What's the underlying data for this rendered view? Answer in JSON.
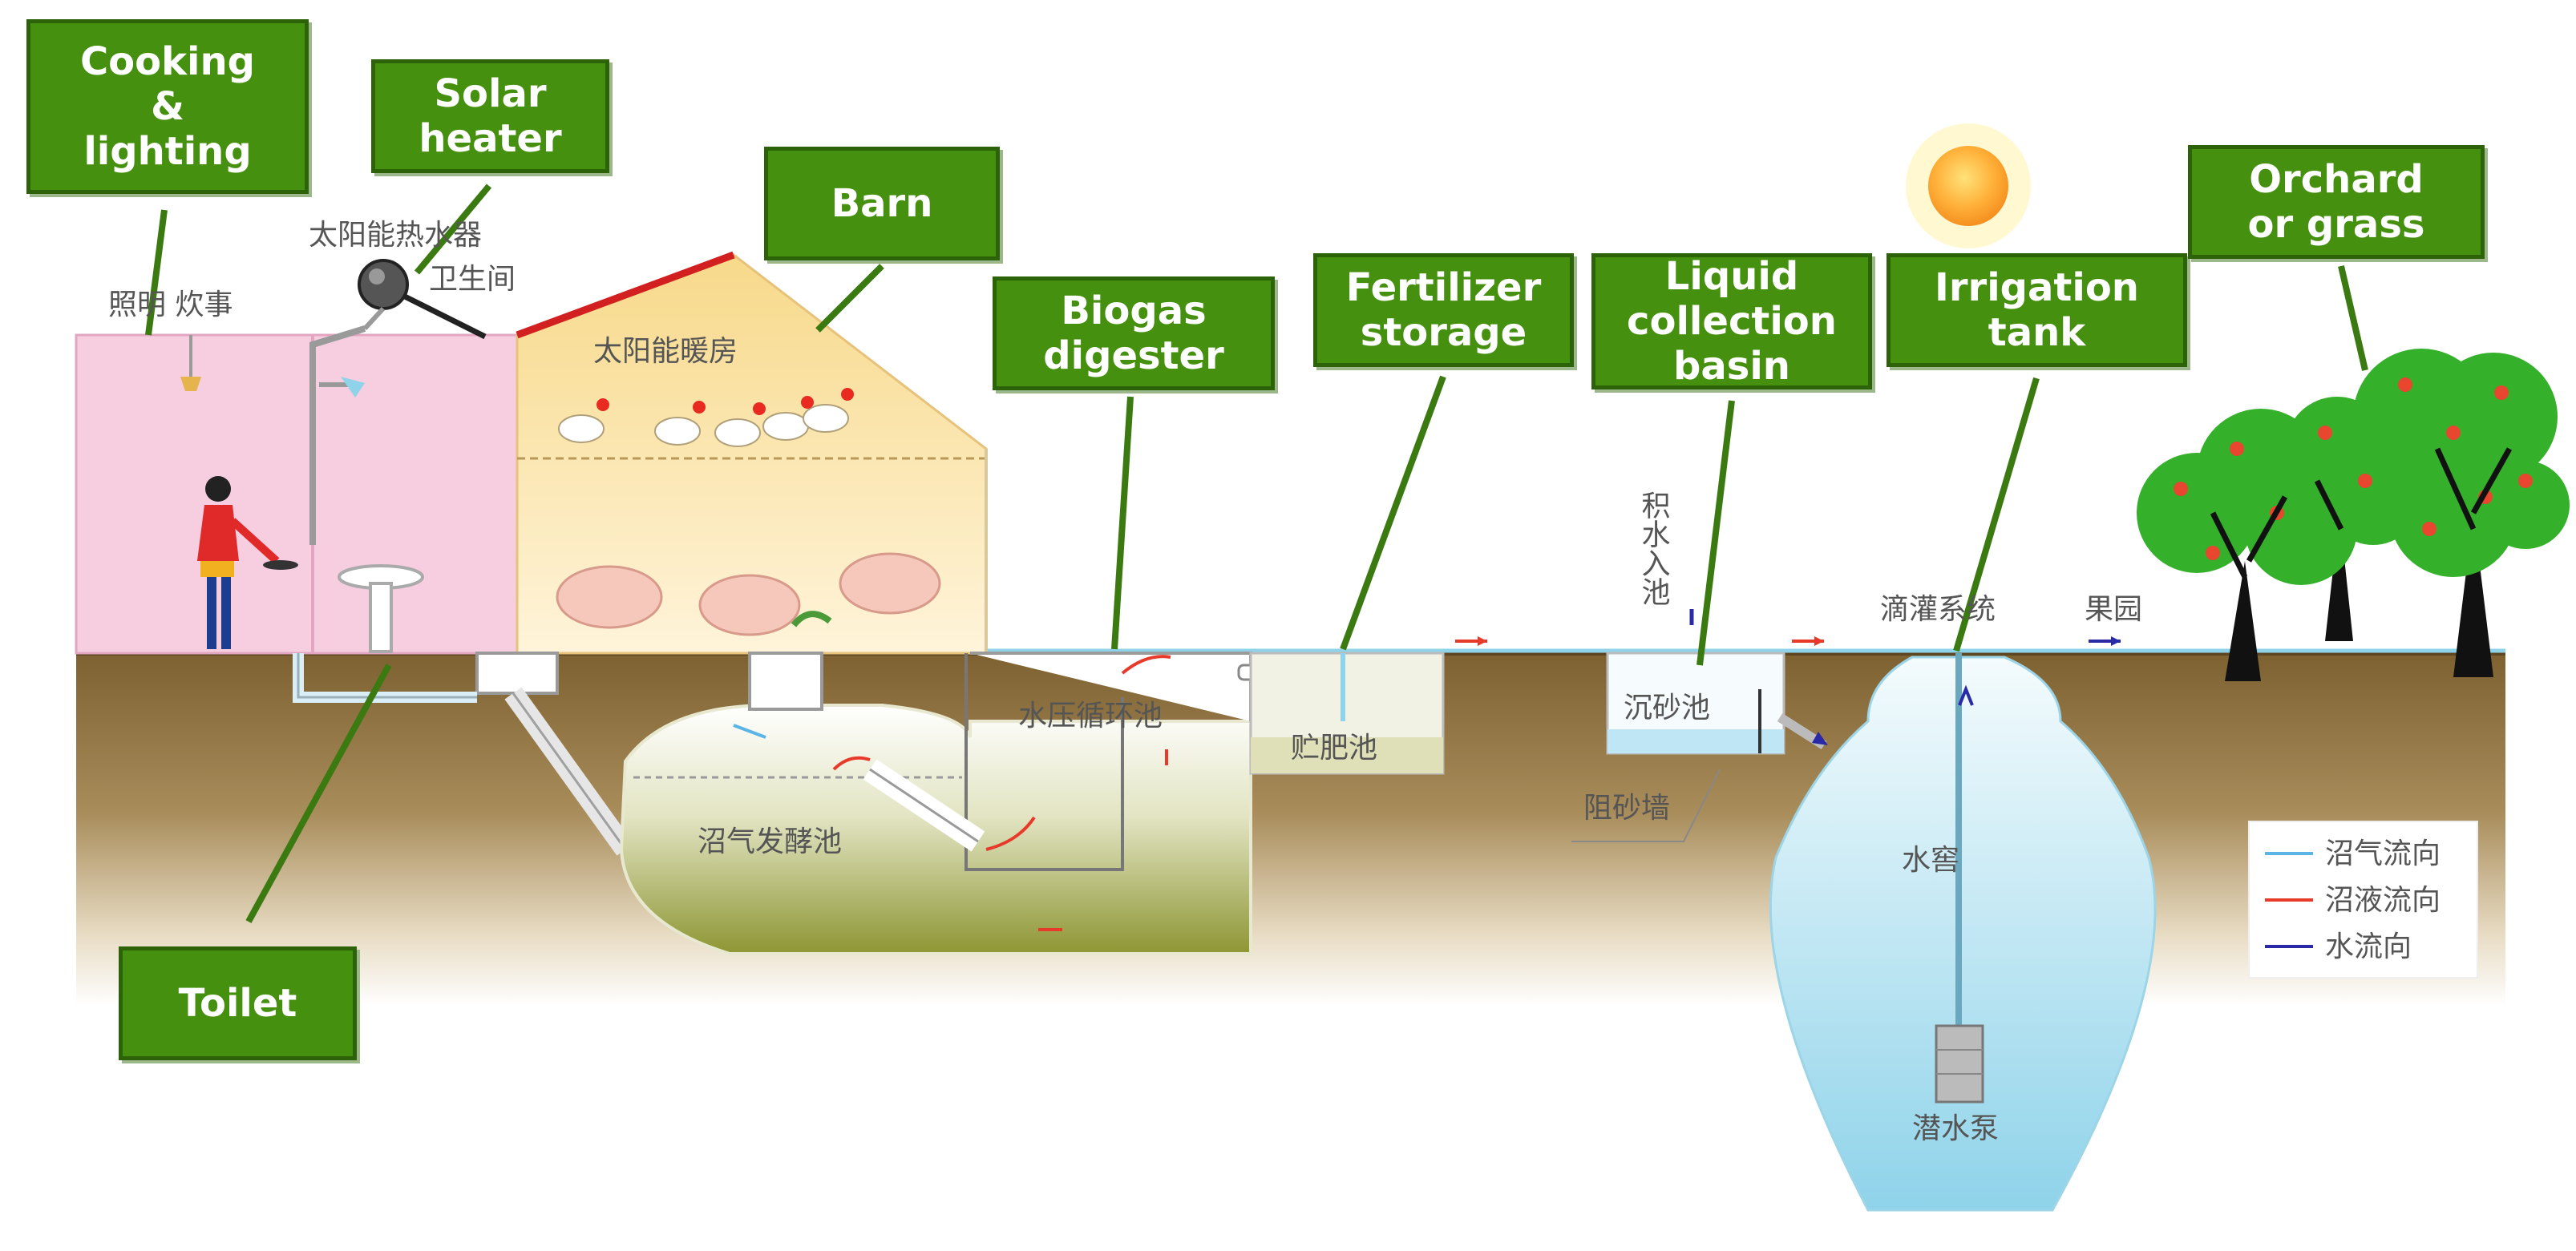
{
  "labels": {
    "cooking_lighting": "Cooking\n&\nlighting",
    "solar_heater": "Solar\nheater",
    "barn": "Barn",
    "biogas_digester": "Biogas\ndigester",
    "fertilizer_storage": "Fertilizer\nstorage",
    "liquid_collection_basin": "Liquid\ncollection\nbasin",
    "irrigation_tank": "Irrigation\ntank",
    "orchard_or_grass": "Orchard\nor grass",
    "toilet": "Toilet"
  },
  "chinese": {
    "lighting_cooking": "照明  炊事",
    "solar_water_heater": "太阳能热水器",
    "toilet_room": "卫生间",
    "solar_warm_house": "太阳能暖房",
    "hydraulic_tank": "水压循环池",
    "fermentation_tank": "沼气发酵池",
    "manure_storage": "贮肥池",
    "water_inlet": "积水入池",
    "sand_basin": "沉砂池",
    "sand_wall": "阻砂墙",
    "drip_system": "滴灌系统",
    "orchard": "果园",
    "water_cellar": "水窖",
    "submersible_pump": "潜水泵"
  },
  "legend": [
    {
      "label": "沼气流向",
      "color": "#5ab4e6"
    },
    {
      "label": "沼液流向",
      "color": "#e83a2a"
    },
    {
      "label": "水流向",
      "color": "#2a2aa8"
    }
  ],
  "colors": {
    "label_fill": "#46900f",
    "soil": "#8a6a33",
    "house_wall": "#f7cde0",
    "barn_wall": "#fbe7a8",
    "water": "#bfe6f5"
  }
}
